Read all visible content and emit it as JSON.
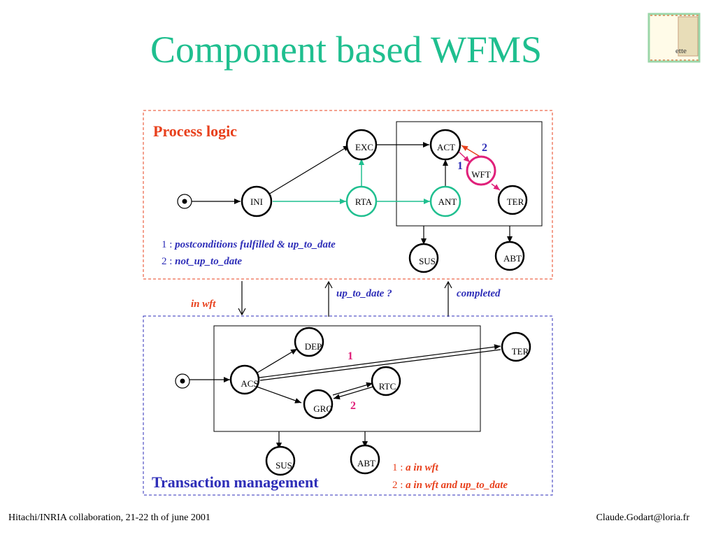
{
  "title": "Component based WFMS",
  "footer": {
    "left": "Hitachi/INRIA collaboration, 21-22 th of june 2001",
    "right": "Claude.Godart@loria.fr"
  },
  "logo": {
    "text": "ette"
  },
  "process": {
    "title": "Process logic",
    "nodes": {
      "ini": "INI",
      "exc": "EXC",
      "rta": "RTA",
      "act": "ACT",
      "wft": "WFT",
      "ant": "ANT",
      "ter": "TER",
      "sus": "SUS",
      "abt": "ABT"
    },
    "num1": "1",
    "num2": "2",
    "legend": {
      "l1_prefix": "1 : ",
      "l1_text": "postconditions fulfilled & up_to_date",
      "l2_prefix": "2 : ",
      "l2_text": "not_up_to_date"
    }
  },
  "interface": {
    "in_wft": "in wft",
    "up_to_date": "up_to_date ?",
    "completed": "completed"
  },
  "transaction": {
    "title": "Transaction management",
    "nodes": {
      "acs": "ACS",
      "dep": "DEP",
      "gro": "GRO",
      "rtc": "RTC",
      "ter": "TER",
      "sus": "SUS",
      "abt": "ABT"
    },
    "num1": "1",
    "num2": "2",
    "legend": {
      "l1_prefix": "1 : ",
      "l1_text": "a in wft",
      "l2_prefix": "2 : ",
      "l2_text": "a in wft and up_to_date"
    }
  },
  "colors": {
    "title": "#1fbf8f",
    "red": "#e8401c",
    "blue": "#2e2eb8",
    "green": "#1fbf8f",
    "pink": "#e0207a"
  }
}
